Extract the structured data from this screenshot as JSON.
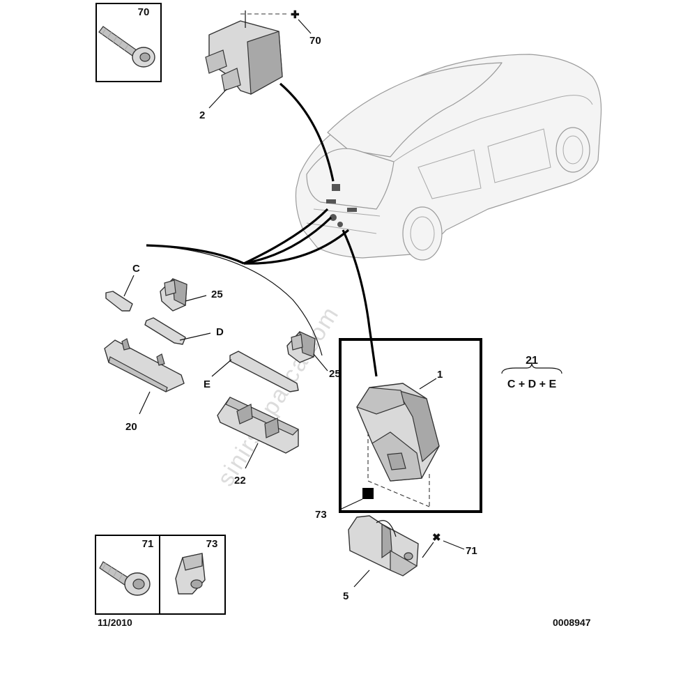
{
  "watermark": "sinirsizparca.com",
  "footer": {
    "date": "11/2010",
    "reference": "0008947"
  },
  "callouts": {
    "box_70": "70",
    "box_71": "71",
    "box_73": "73",
    "p70": "70",
    "p2": "2",
    "pC": "C",
    "p25a": "25",
    "pD": "D",
    "p20": "20",
    "pE": "E",
    "p25b": "25",
    "p22": "22",
    "p1": "1",
    "p73": "73",
    "p71": "71",
    "p5": "5",
    "p21": "21"
  },
  "formula": "C + D + E",
  "colors": {
    "line": "#000000",
    "part_fill": "#d9d9d9",
    "car_fill": "#f4f4f4"
  }
}
